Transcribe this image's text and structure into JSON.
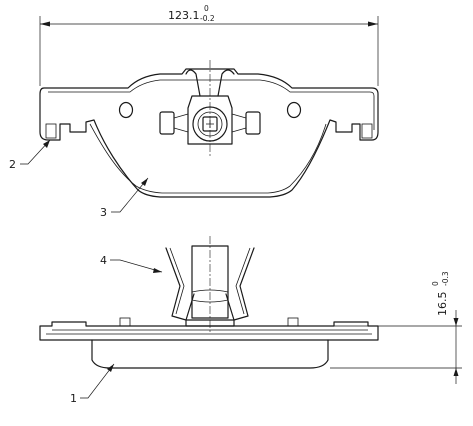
{
  "dimensions": {
    "width": {
      "nominal": "123.1",
      "upper": "0",
      "lower": "-0.2"
    },
    "height": {
      "nominal": "16.5",
      "upper": "0",
      "lower": "-0.3"
    }
  },
  "callouts": {
    "c1": "1",
    "c2": "2",
    "c3": "3",
    "c4": "4"
  }
}
